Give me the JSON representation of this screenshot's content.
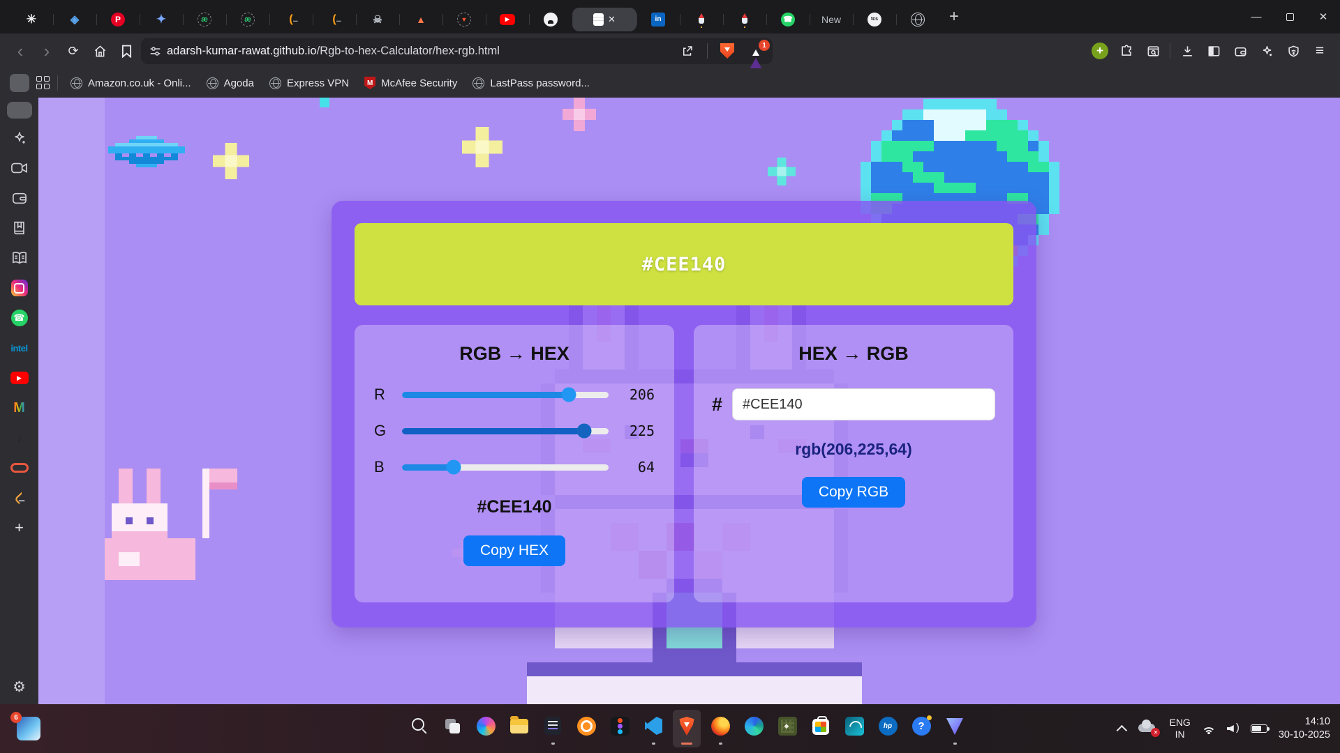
{
  "browser": {
    "tab_strip": [
      {
        "icon": "chatgpt"
      },
      {
        "icon": "blue-logo"
      },
      {
        "icon": "pinterest"
      },
      {
        "icon": "gemini"
      },
      {
        "icon": "ae-green"
      },
      {
        "icon": "ae-green"
      },
      {
        "icon": "leetcode"
      },
      {
        "icon": "leetcode"
      },
      {
        "icon": "skull"
      },
      {
        "icon": "flame"
      },
      {
        "icon": "brave-ring"
      },
      {
        "icon": "youtube"
      },
      {
        "icon": "github"
      },
      {
        "icon": "page",
        "active": true
      },
      {
        "icon": "linkedin"
      },
      {
        "icon": "rocket"
      },
      {
        "icon": "rocket"
      },
      {
        "icon": "whatsapp"
      },
      {
        "label": "New"
      },
      {
        "icon": "tcs"
      },
      {
        "icon": "globe"
      }
    ],
    "new_tab_button": "+",
    "window_controls": {
      "minimize": "—",
      "close": "✕"
    },
    "address": {
      "host": "adarsh-kumar-rawat.github.io",
      "path": "/Rgb-to-hex-Calculator/hex-rgb.html",
      "rewards_badge": "1"
    },
    "bookmarks": [
      {
        "icon": "gray-globe",
        "label": "Amazon.co.uk - Onli..."
      },
      {
        "icon": "gray-globe",
        "label": "Agoda"
      },
      {
        "icon": "gray-globe",
        "label": "Express VPN"
      },
      {
        "icon": "mcafee",
        "label": "McAfee Security"
      },
      {
        "icon": "gray-globe",
        "label": "LastPass password..."
      }
    ]
  },
  "sidebar": {
    "items": [
      {
        "icon": "leo-sparkle"
      },
      {
        "icon": "brave-talk-camera"
      },
      {
        "icon": "wallet"
      },
      {
        "icon": "playlist-book"
      },
      {
        "icon": "news-reader"
      },
      {
        "icon": "instagram"
      },
      {
        "icon": "whatsapp"
      },
      {
        "icon": "intel",
        "label": "intel"
      },
      {
        "icon": "youtube"
      },
      {
        "icon": "gmail"
      },
      {
        "icon": "doodle"
      },
      {
        "icon": "oracle"
      },
      {
        "icon": "leetcode"
      },
      {
        "icon": "plus"
      },
      {
        "icon": "gear",
        "pinned_bottom": true
      }
    ]
  },
  "app": {
    "hero_hex": "#CEE140",
    "rgb_to_hex": {
      "title": "RGB → HEX",
      "max": 255,
      "sliders": [
        {
          "label": "R",
          "value": 206
        },
        {
          "label": "G",
          "value": 225
        },
        {
          "label": "B",
          "value": 64
        }
      ],
      "result": "#CEE140",
      "copy_label": "Copy HEX"
    },
    "hex_to_rgb": {
      "title": "HEX → RGB",
      "prefix": "#",
      "value": "#CEE140",
      "result": "rgb(206,225,64)",
      "copy_label": "Copy RGB"
    },
    "colors": {
      "swatch": "#CEE140",
      "button_blue": "#0e76f6",
      "rgb_text": "#1a237e",
      "slider_fill": "#1e88e5",
      "slider_fill_dark": "#1260c4"
    }
  },
  "taskbar": {
    "weather_badge": "6",
    "icons": [
      {
        "icon": "start"
      },
      {
        "icon": "search"
      },
      {
        "icon": "task-view"
      },
      {
        "icon": "copilot"
      },
      {
        "icon": "explorer"
      },
      {
        "icon": "notepad",
        "running": true
      },
      {
        "icon": "blender"
      },
      {
        "icon": "figma"
      },
      {
        "icon": "vscode",
        "running": true
      },
      {
        "icon": "brave",
        "active": true,
        "running": true
      },
      {
        "icon": "firefox",
        "running": true
      },
      {
        "icon": "edge"
      },
      {
        "icon": "green-grid"
      },
      {
        "icon": "ms-store"
      },
      {
        "icon": "teal-wave"
      },
      {
        "icon": "hp"
      },
      {
        "icon": "get-help"
      },
      {
        "icon": "triangle-logo",
        "running": true
      }
    ],
    "tray": {
      "language_line1": "ENG",
      "language_line2": "IN",
      "time": "14:10",
      "date": "30-10-2025"
    }
  }
}
